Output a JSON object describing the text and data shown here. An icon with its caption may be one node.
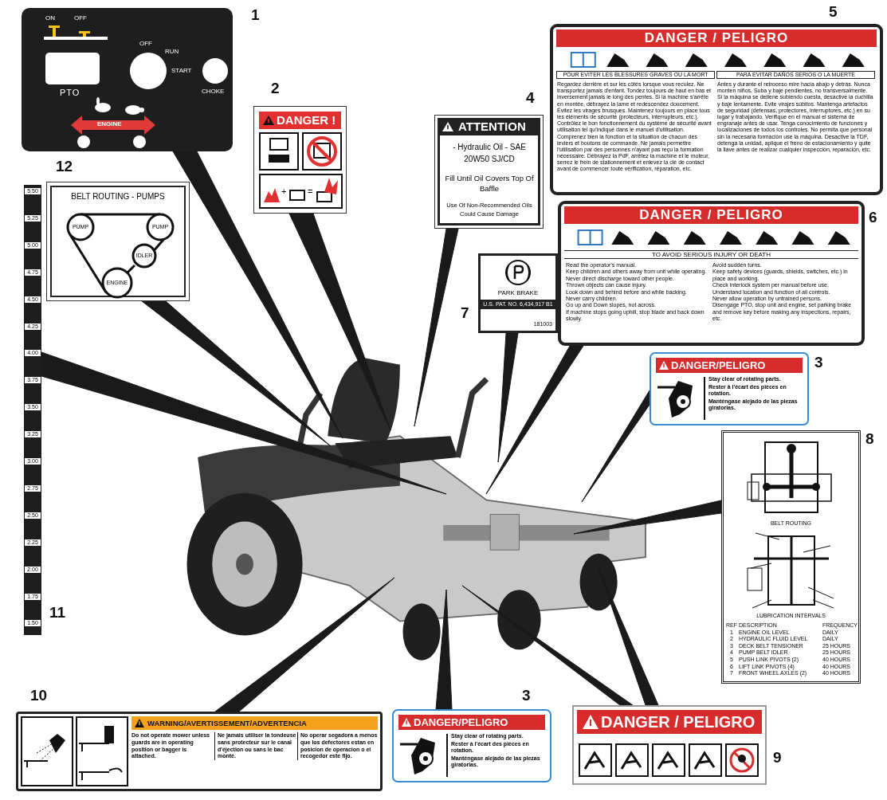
{
  "diagram": {
    "nodes": [
      {
        "text": [
          "ON",
          "OFF",
          "OFF",
          "RUN",
          "START",
          "CHOKE",
          "PTO",
          "ENGINE"
        ],
        "beside": [
          "1"
        ]
      },
      {
        "text": [
          "DANGER !",
          "+",
          "="
        ],
        "beside": [
          "2"
        ]
      },
      {
        "text": [
          "BELT ROUTING - PUMPS",
          "PUMP",
          "PUMP",
          "IDLER",
          "ENGINE"
        ],
        "beside": [
          "12"
        ]
      },
      {
        "text": [
          "ATTENTION",
          "- Hydraulic Oil - SAE 20W50 SJ/CD",
          "Fill Until Oil Covers Top Of Baffle",
          "Use Of Non-Recommended Oils Could Cause Damage"
        ],
        "beside": [
          "4"
        ]
      },
      {
        "text": [
          "DANGER / PELIGRO",
          "POUR EVITER LES BLESSURES GRAVES OU LA MORT",
          "PARA EVITAR DAÑOS SERIOS O LA MUERTE",
          "Regardez derrière et sur les côtés lorsque vous reculez. Ne transportez jamais d'enfant. Tondez toujours de haut en bas et inversement jamais le long des pentes. Si la machine s'arrête en montée, débrayez la lame et redescendez doucement. Évitez les virages brusques. Maintenez toujours en place tous les éléments de sécurité (protecteurs, interrupteurs, etc.). Contrôlez le bon fonctionnement du système de sécurité avant utilisation tel qu'indiqué dans le manuel d'utilisation. Comprenez bien la fonction et la situation de chacun des leviers et boutons de commande. Ne jamais permettre l'utilisation par des personnes n'ayant pas reçu la formation nécessaire. Débrayez la PdF, arrêtez la machine et le moteur, serrez le frein de stationnement et enlevez la clé de contact avant de commencer toute vérification, réparation, etc.",
          "Antes y durante el retroceso mire hacia abajo y detrás. Nunca monten niños. Suba y baje pendientes, no transversalmente. Si la máquina se detiene subiendo cuesta, desactive la cuchilla y baje lentamente. Evite virajes súbitos. Mantenga artefactos de seguridad (defensas, protectores, interruptores, etc.) en su lugar y trabajando. Verifique en el manual el sistema de engranaje antes de usar. Tenga conocimiento de funciones y localizaciones de todos los controles. No permita que personal sin la necesaria formación use la máquina. Desactive la TDF, detenga la unidad, aplique el freno de estacionamiento y quite la llave antes de realizar cualquier inspección, reparación, etc."
        ],
        "beside": [
          "5"
        ]
      },
      {
        "text": [
          "DANGER / PELIGRO",
          "TO AVOID SERIOUS INJURY OR DEATH",
          "Read the operator's manual.",
          "Keep children and others away from unit while operating.",
          "Never direct discharge toward other people.",
          "Thrown objects can cause injury.",
          "Look down and behind before and while backing.",
          "Never carry children.",
          "Go up and Down slopes, not across.",
          "If machine stops going uphill, stop blade and back down slowly.",
          "Avoid sudden turns.",
          "Keep safety devices (guards, shields, switches, etc.) in place and working.",
          "Check interlock system per manual before use.",
          "Understand location and function of all controls.",
          "Never allow operation by untrained persons.",
          "Disengage PTO, stop unit and engine, set parking brake and remove key before making any inspections, repairs, etc."
        ],
        "beside": [
          "6"
        ]
      },
      {
        "text": [
          "PARK BRAKE",
          "U.S. PAT. NO. 6,434,917 B1",
          "181003"
        ],
        "beside": [
          "7"
        ]
      },
      {
        "text": [
          "DANGER/PELIGRO",
          "Stay clear of rotating parts.",
          "Rester à l'écart des pièces en rotation.",
          "Manténgase alejado de las piezas giratorias."
        ],
        "beside": [
          "3"
        ]
      },
      {
        "text": [
          "BELT ROUTING",
          "LUBRICATION INTERVALS",
          "REF",
          "DESCRIPTION",
          "FREQUENCY",
          "1",
          "ENGINE OIL LEVEL",
          "DAILY",
          "2",
          "HYDRAULIC FLUID LEVEL",
          "DAILY",
          "3",
          "DECK BELT TENSIONER",
          "25 HOURS",
          "4",
          "PUMP BELT IDLER",
          "25 HOURS",
          "5",
          "PUSH LINK PIVOTS (2)",
          "40 HOURS",
          "6",
          "LIFT LINK PIVOTS (4)",
          "40 HOURS",
          "7",
          "FRONT WHEEL AXLES (2)",
          "40 HOURS"
        ],
        "beside": [
          "8"
        ]
      },
      {
        "text": [
          "5.50",
          "5.25",
          "5.00",
          "4.75",
          "4.50",
          "4.25",
          "4.00",
          "3.75",
          "3.50",
          "3.25",
          "3.00",
          "2.75",
          "2.50",
          "2.25",
          "2.00",
          "1.75",
          "1.50"
        ],
        "beside": [
          "11"
        ]
      },
      {
        "text": [
          "WARNING/AVERTISSEMENT/ADVERTENCIA",
          "Do not operate mower unless guards are in operating position or bagger is attached.",
          "Ne jamais utiliser la tondeuse sans protecteur sur le canal d'éjection ou sans le bac monté.",
          "No operar segadora a menos que los defectores estan en posicion de operacion o el recogedor este fijo."
        ],
        "beside": [
          "10"
        ]
      },
      {
        "text": [
          "DANGER/PELIGRO",
          "Stay clear of rotating parts.",
          "Rester à l'écart des pièces en rotation.",
          "Manténgase alejado de las piezas giratorias."
        ],
        "beside": [
          "3"
        ]
      },
      {
        "text": [
          "DANGER / PELIGRO"
        ],
        "beside": [
          "9"
        ]
      },
      {
        "text": [],
        "shape": "picture"
      }
    ],
    "edges": [
      {
        "from": 0,
        "to": 13,
        "arrow": "none"
      },
      {
        "from": 1,
        "to": 13,
        "arrow": "none"
      },
      {
        "from": 2,
        "to": 13,
        "arrow": "none"
      },
      {
        "from": 3,
        "to": 13,
        "arrow": "none"
      },
      {
        "from": 6,
        "to": 13,
        "arrow": "none"
      },
      {
        "from": 5,
        "to": 13,
        "arrow": "none"
      },
      {
        "from": 7,
        "to": 13,
        "arrow": "none"
      },
      {
        "from": 8,
        "to": 13,
        "arrow": "none"
      },
      {
        "from": 9,
        "to": 13,
        "arrow": "none"
      },
      {
        "from": 10,
        "to": 13,
        "arrow": "none"
      },
      {
        "from": 11,
        "to": 13,
        "arrow": "none"
      },
      {
        "from": 12,
        "to": 13,
        "arrow": "none"
      },
      {
        "from": 12,
        "to": 13,
        "arrow": "none"
      }
    ]
  }
}
